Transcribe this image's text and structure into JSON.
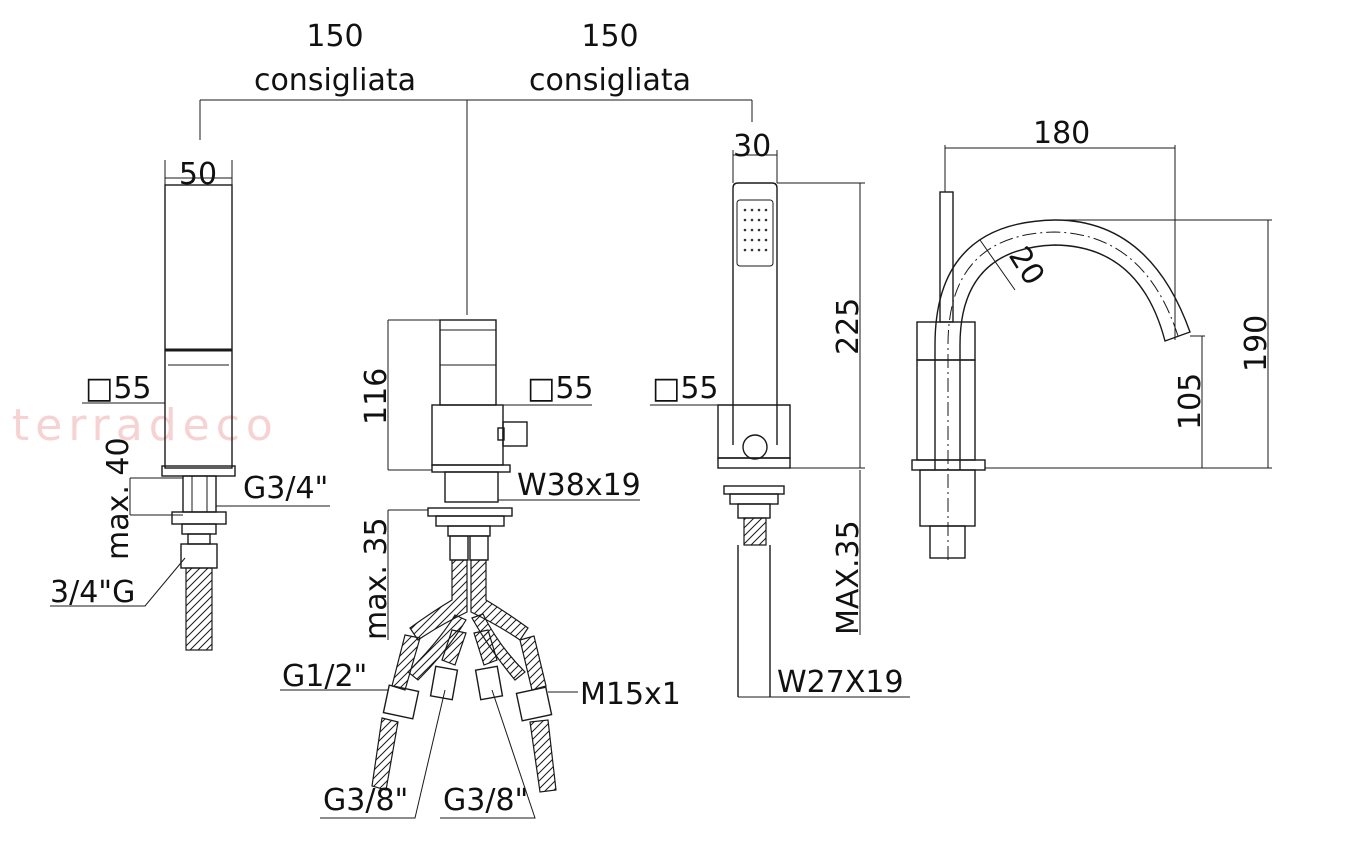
{
  "watermark": "terradeco",
  "dimensions": {
    "spacing_left_value": "150",
    "spacing_left_note": "consigliata",
    "spacing_right_value": "150",
    "spacing_right_note": "consigliata",
    "left_width": "50",
    "left_square": "□55",
    "left_max": "max. 40",
    "left_thread": "G3/4\"",
    "left_connector": "3/4\"G",
    "mixer_height": "116",
    "mixer_square": "□55",
    "mixer_thread": "W38x19",
    "mixer_max": "max. 35",
    "hose_g12": "G1/2\"",
    "hose_m15": "M15x1",
    "hose_g38_a": "G3/8\"",
    "hose_g38_b": "G3/8\"",
    "shower_width": "30",
    "shower_height": "225",
    "shower_square": "□55",
    "shower_max": "MAX.35",
    "shower_thread": "W27X19",
    "spout_reach": "180",
    "spout_diameter": "20",
    "spout_outlet_height": "105",
    "spout_total_height": "190"
  }
}
